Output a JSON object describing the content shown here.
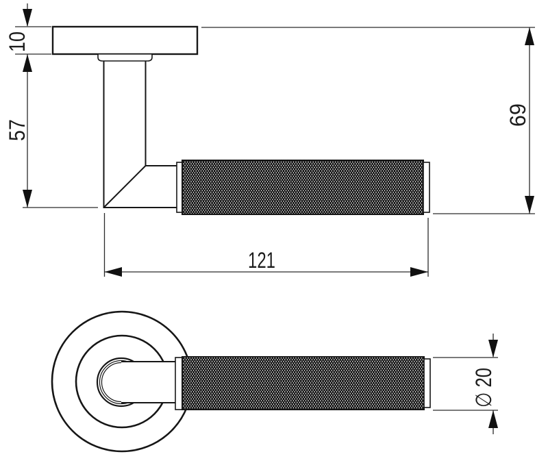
{
  "colors": {
    "background": "#ffffff",
    "line": "#1a1a1a"
  },
  "dimensions": {
    "rose_thickness": "10",
    "handle_drop": "57",
    "projection": "69",
    "lever_length": "121",
    "grip_diameter": "∅ 20"
  }
}
